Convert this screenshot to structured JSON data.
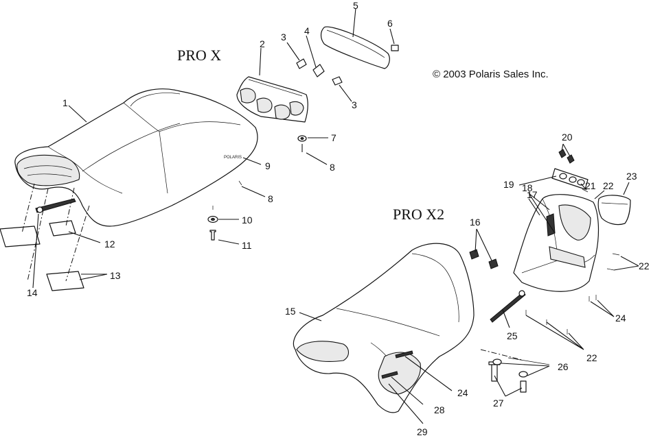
{
  "titles": {
    "prox": "PRO X",
    "prox2": "PRO X2"
  },
  "copyright": "© 2003 Polaris Sales Inc.",
  "callouts": [
    {
      "id": "c1",
      "text": "1"
    },
    {
      "id": "c2",
      "text": "2"
    },
    {
      "id": "c3a",
      "text": "3"
    },
    {
      "id": "c3b",
      "text": "3"
    },
    {
      "id": "c4",
      "text": "4"
    },
    {
      "id": "c5",
      "text": "5"
    },
    {
      "id": "c6",
      "text": "6"
    },
    {
      "id": "c7",
      "text": "7"
    },
    {
      "id": "c8a",
      "text": "8"
    },
    {
      "id": "c8b",
      "text": "8"
    },
    {
      "id": "c9",
      "text": "9"
    },
    {
      "id": "c10",
      "text": "10"
    },
    {
      "id": "c11",
      "text": "11"
    },
    {
      "id": "c12",
      "text": "12"
    },
    {
      "id": "c13",
      "text": "13"
    },
    {
      "id": "c14",
      "text": "14"
    },
    {
      "id": "c15",
      "text": "15"
    },
    {
      "id": "c16",
      "text": "16"
    },
    {
      "id": "c17",
      "text": "17"
    },
    {
      "id": "c18",
      "text": "18"
    },
    {
      "id": "c19",
      "text": "19"
    },
    {
      "id": "c20",
      "text": "20"
    },
    {
      "id": "c21",
      "text": "21"
    },
    {
      "id": "c22a",
      "text": "22"
    },
    {
      "id": "c22b",
      "text": "22"
    },
    {
      "id": "c22c",
      "text": "22"
    },
    {
      "id": "c23",
      "text": "23"
    },
    {
      "id": "c24a",
      "text": "24"
    },
    {
      "id": "c24b",
      "text": "24"
    },
    {
      "id": "c25",
      "text": "25"
    },
    {
      "id": "c26",
      "text": "26"
    },
    {
      "id": "c27",
      "text": "27"
    },
    {
      "id": "c28",
      "text": "28"
    },
    {
      "id": "c29",
      "text": "29"
    }
  ]
}
